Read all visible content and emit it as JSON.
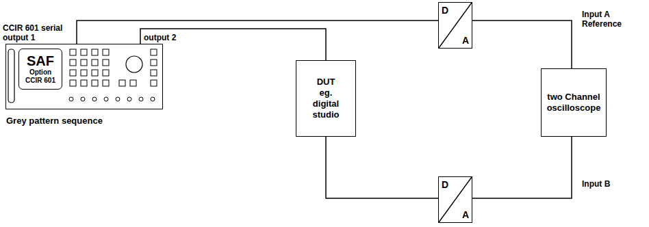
{
  "diagram": {
    "nodes": [
      {
        "text": [
          "Grey pattern sequence"
        ]
      },
      {
        "text": [
          "SAF",
          "Option CCIR 601"
        ],
        "in": 0
      },
      {
        "text": [
          "DUT",
          "eg. digital studio"
        ]
      },
      {
        "text": [
          "D",
          "A"
        ]
      },
      {
        "text": [
          "D",
          "A"
        ]
      },
      {
        "text": [
          "two Channel oscilloscope"
        ]
      }
    ],
    "edges": [
      {
        "from": 0,
        "to": 3,
        "arrow": "none"
      },
      {
        "from": 3,
        "to": 5,
        "arrow": "none"
      },
      {
        "from": 0,
        "to": 2,
        "arrow": "none"
      },
      {
        "from": 2,
        "to": 4,
        "arrow": "none"
      },
      {
        "from": 4,
        "to": 5,
        "arrow": "none"
      }
    ],
    "labels": [
      "CCIR 601 serial output 1",
      "output 2",
      "Input A Reference",
      "Input B"
    ]
  }
}
